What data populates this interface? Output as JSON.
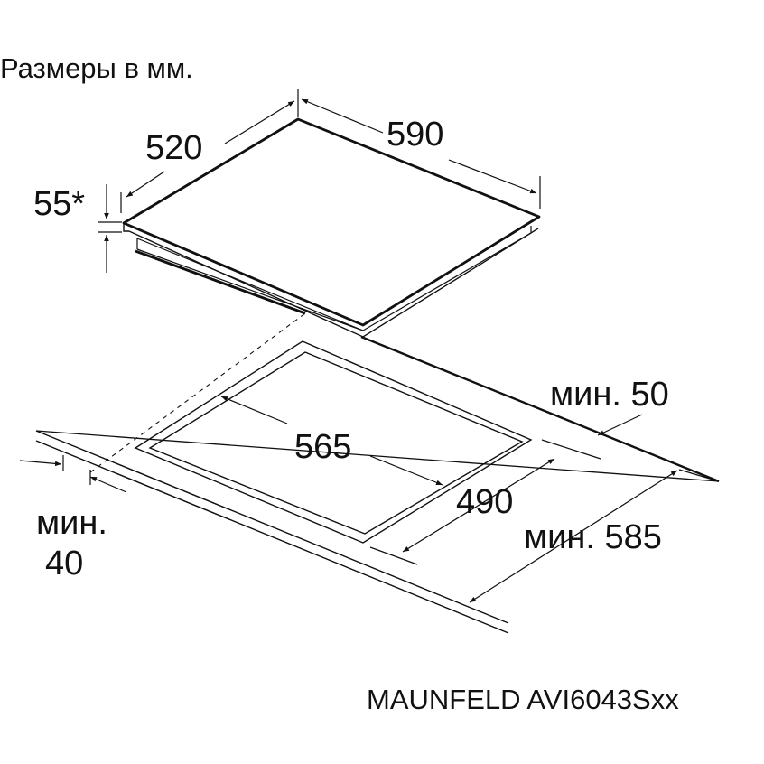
{
  "header": {
    "title": "Размеры в мм."
  },
  "dimensions": {
    "depth": "520",
    "width": "590",
    "height": "55*",
    "cutout_width": "565",
    "cutout_depth": "490",
    "rear_clearance": "мин. 50",
    "countertop_depth": "мин. 585",
    "front_clearance_label": "мин.",
    "front_clearance_value": "40"
  },
  "footer": {
    "model": "MAUNFELD AVI6043Sxx"
  },
  "colors": {
    "line": "#111111",
    "background": "#ffffff"
  }
}
